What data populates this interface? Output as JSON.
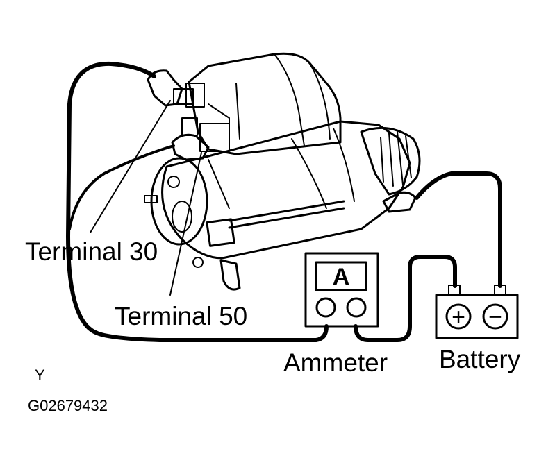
{
  "labels": {
    "terminal_30": "Terminal 30",
    "terminal_50": "Terminal 50",
    "ammeter": "Ammeter",
    "battery": "Battery",
    "view_letter": "Y",
    "figure_code": "G02679432"
  },
  "ammeter_symbol": "A",
  "battery_symbols": {
    "positive": "+",
    "negative": "−"
  },
  "colors": {
    "ink": "#000000",
    "paper": "#ffffff"
  }
}
